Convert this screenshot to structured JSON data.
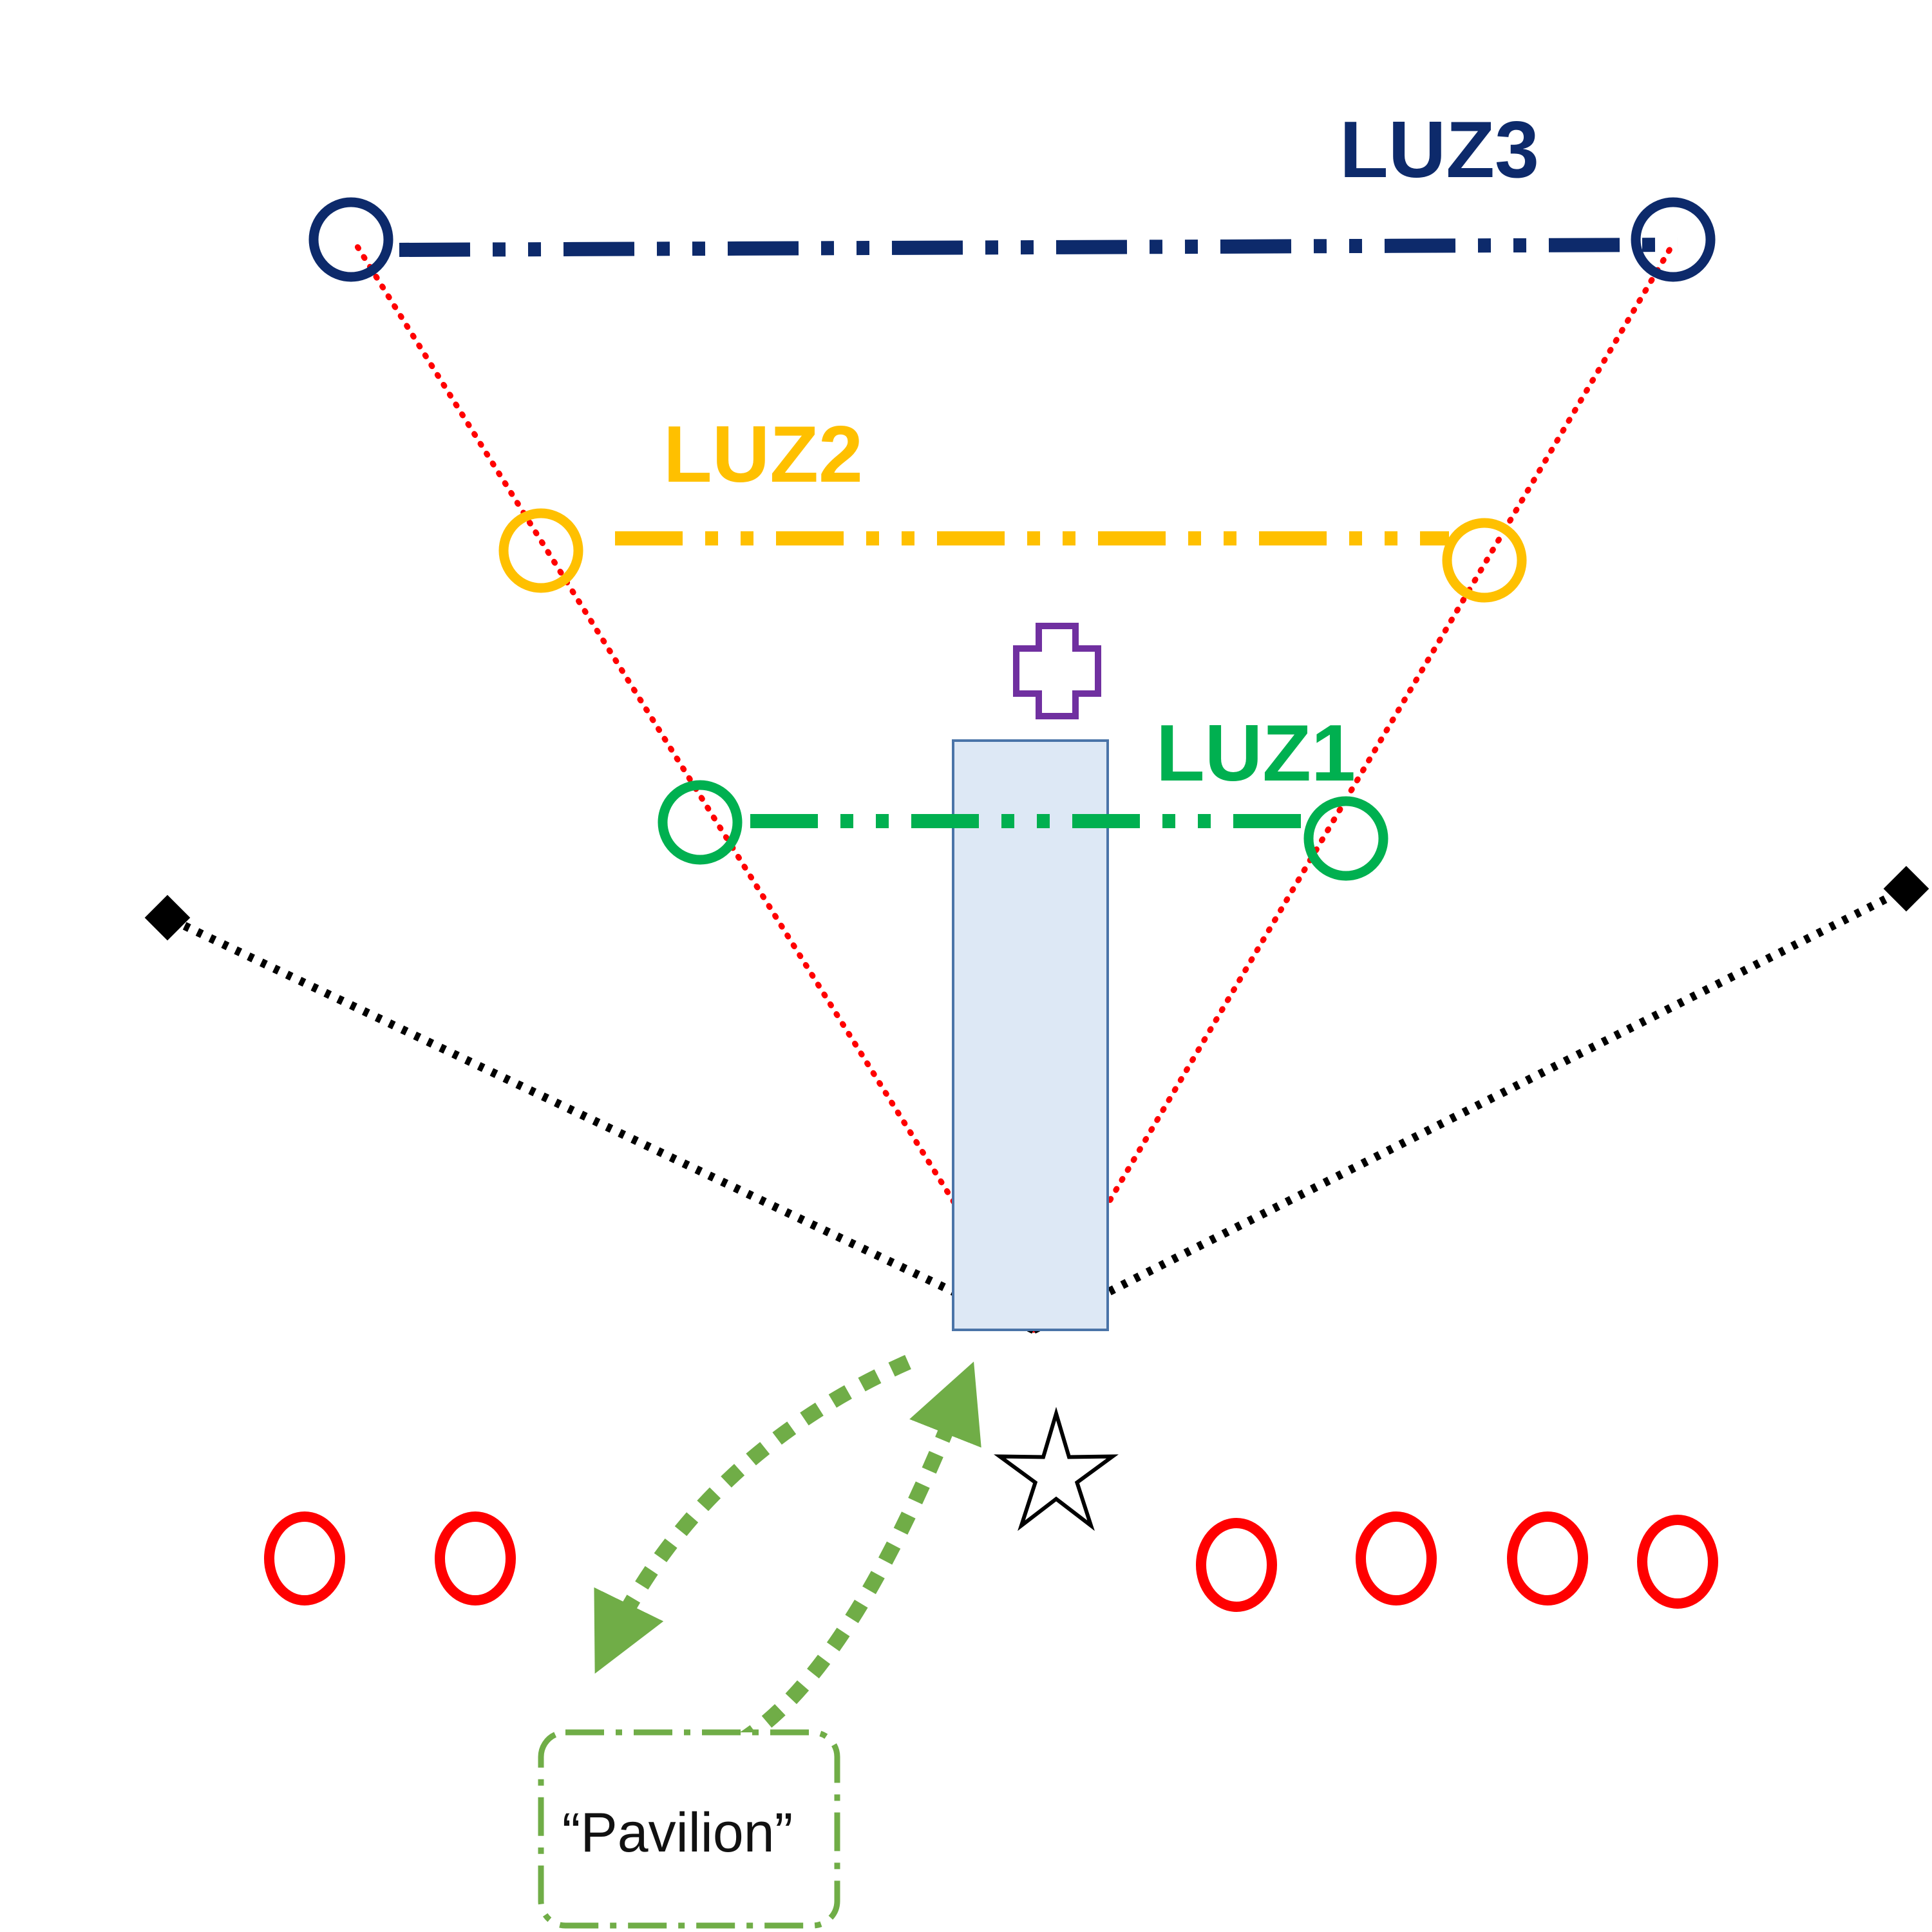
{
  "colors": {
    "luz3": "#0d2a6b",
    "luz2": "#ffc000",
    "luz1": "#00b050",
    "boundary": "#ff0000",
    "field_line": "#000000",
    "pitch_fill": "#dde8f5",
    "pitch_stroke": "#4a74a8",
    "plus_marker": "#7030a0",
    "fielder": "#ff0000",
    "route": "#70ad47",
    "pavilion_border": "#70ad47"
  },
  "zones": {
    "luz3": {
      "label": "LUZ3"
    },
    "luz2": {
      "label": "LUZ2"
    },
    "luz1": {
      "label": "LUZ1"
    }
  },
  "pavilion": {
    "label": "“Pavilion”"
  },
  "icons": {
    "plus": "plus-icon",
    "star": "star-icon",
    "diamond": "diamond-marker-icon"
  }
}
